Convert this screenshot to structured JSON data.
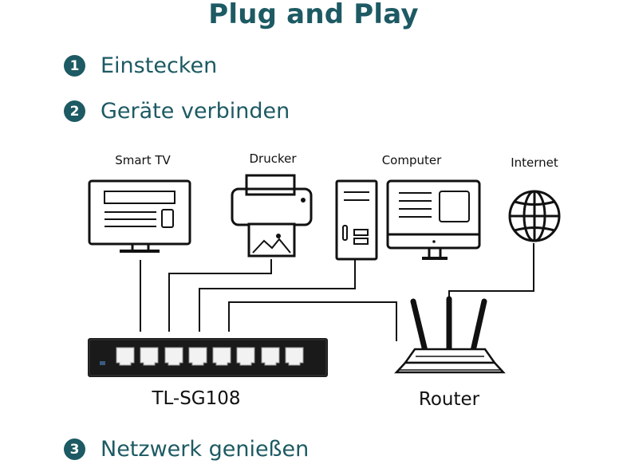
{
  "title": "Plug and Play",
  "steps": [
    {
      "number": "1",
      "label": "Einstecken"
    },
    {
      "number": "2",
      "label": "Geräte verbinden"
    },
    {
      "number": "3",
      "label": "Netzwerk genießen"
    }
  ],
  "devices": {
    "tv": "Smart TV",
    "printer": "Drucker",
    "computer": "Computer",
    "internet": "Internet"
  },
  "switch_label": "TL-SG108",
  "router_label": "Router",
  "colors": {
    "accent": "#1d5a63",
    "line": "#111111",
    "switch_body": "#1a1a1a"
  }
}
